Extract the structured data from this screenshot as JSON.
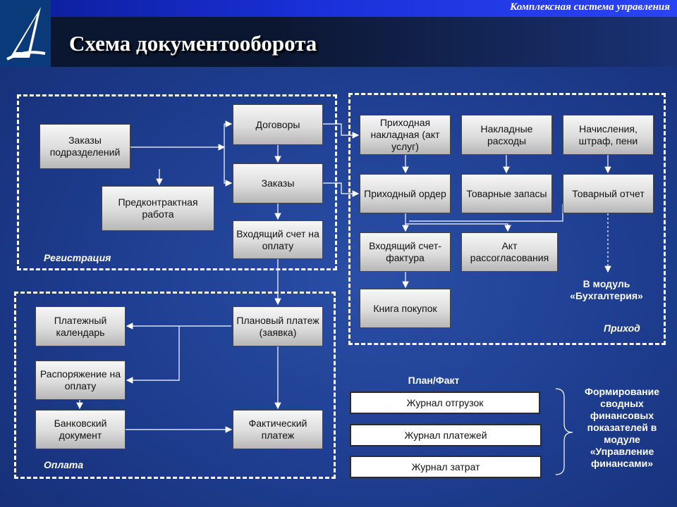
{
  "header": {
    "company": "Комплексная система управления",
    "title": "Схема документооборота"
  },
  "regions": {
    "registration": "Регистрация",
    "income": "Приход",
    "payment": "Оплата"
  },
  "boxes": {
    "dept_orders": "Заказы подразделений",
    "precontract": "Предконтрактная работа",
    "contracts": "Договоры",
    "orders": "Заказы",
    "incoming_invoice": "Входящий счет на оплату",
    "receipt_note": "Приходная накладная (акт услуг)",
    "overhead": "Накладные расходы",
    "charges": "Начисления, штраф, пени",
    "receipt_order": "Приходный ордер",
    "stock": "Товарные запасы",
    "goods_report": "Товарный отчет",
    "incoming_vat_invoice": "Входящий счет-фактура",
    "reconciliation_act": "Акт рассогласования",
    "purchase_book": "Книга покупок",
    "payment_calendar": "Платежный календарь",
    "planned_payment": "Плановый платеж (заявка)",
    "payment_order": "Распоряжение на оплату",
    "bank_document": "Банковский документ",
    "actual_payment": "Фактический платеж"
  },
  "accounting_module": "В модуль «Бухгалтерия»",
  "plan_fact": {
    "label": "План/Факт",
    "journals": [
      "Журнал отгрузок",
      "Журнал платежей",
      "Журнал затрат"
    ]
  },
  "summary_note": "Формирование сводных финансовых показателей в модуле «Управление финансами»",
  "colors": {
    "background": "#1f3f92",
    "box_fill": "#e0e0e0",
    "region_border": "#ffffff"
  }
}
